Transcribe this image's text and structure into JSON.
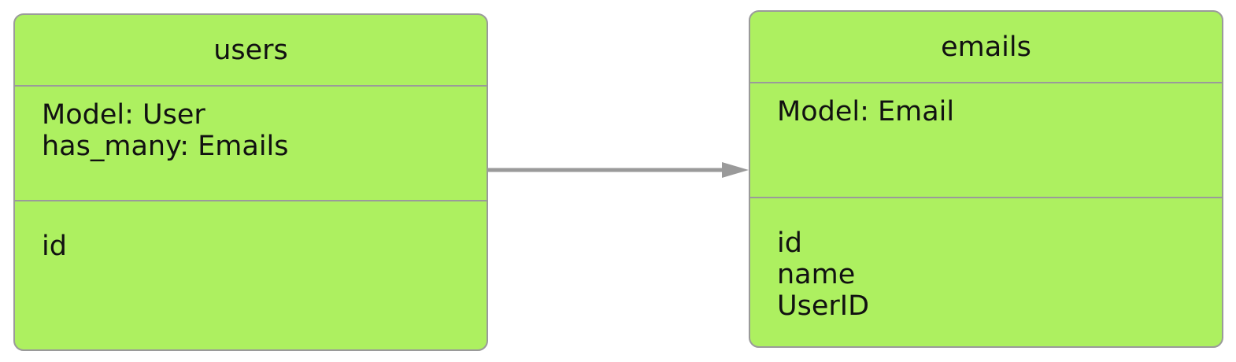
{
  "colors": {
    "entity_fill": "#adf060",
    "border": "#9a9a9a",
    "connector": "#9a9a9a",
    "text": "#111111",
    "background": "#ffffff"
  },
  "entities": [
    {
      "name": "users",
      "meta": [
        "Model: User",
        "has_many: Emails"
      ],
      "fields": [
        "id"
      ]
    },
    {
      "name": "emails",
      "meta": [
        "Model: Email"
      ],
      "fields": [
        "id",
        "name",
        "UserID"
      ]
    }
  ],
  "relations": [
    {
      "from": "users",
      "to": "emails",
      "arrow": "filled-triangle"
    }
  ]
}
